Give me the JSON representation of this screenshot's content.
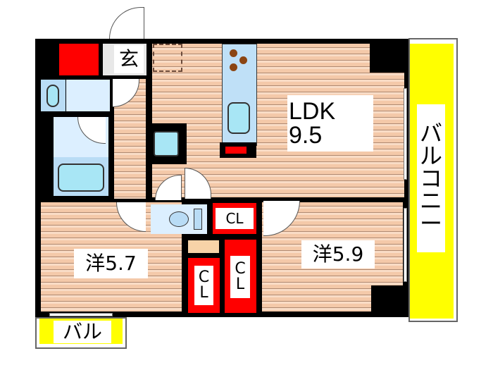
{
  "floor_plan": {
    "rooms": {
      "genkan": {
        "label": "玄"
      },
      "ldk": {
        "label": "LDK",
        "size": "9.5"
      },
      "western_left": {
        "label": "洋5.7"
      },
      "western_right": {
        "label": "洋5.9"
      },
      "closet_top": {
        "label": "CL"
      },
      "closet_mid_left": {
        "label_line1": "C",
        "label_line2": "L"
      },
      "closet_mid_right": {
        "label_line1": "C",
        "label_line2": "L"
      },
      "balcony_right": {
        "chars": [
          "バ",
          "ル",
          "コ",
          "ニ",
          "ー"
        ]
      },
      "balcony_small": {
        "label": "バル"
      }
    },
    "colors": {
      "wall": "#000000",
      "floor": "#f4c9a9",
      "wet_area": "#dcefff",
      "closet": "#ff0000",
      "balcony": "#ffff00",
      "burner": "#8b4513"
    }
  }
}
